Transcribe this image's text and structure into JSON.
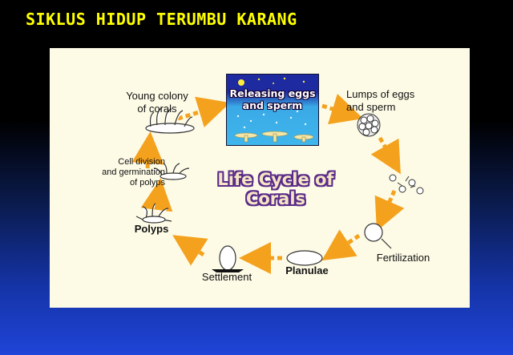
{
  "slide": {
    "title": "SIKLUS HIDUP TERUMBU KARANG"
  },
  "diagram": {
    "center_title": "Life Cycle of Corals",
    "stage_release_line1": "Releasing eggs",
    "stage_release_line2": "and sperm",
    "stage_lumps_line1": "Lumps of eggs",
    "stage_lumps_line2": "and sperm",
    "stage_fertilization": "Fertilization",
    "stage_planulae": "Planulae",
    "stage_settlement": "Settlement",
    "stage_polyps": "Polyps",
    "stage_division_line1": "Cell division",
    "stage_division_line2": "and germination",
    "stage_division_line3": "of polyps",
    "stage_colony_line1": "Young colony",
    "stage_colony_line2": "of corals",
    "colors": {
      "arrow": "#f4a21e",
      "title_outline": "#5a2b8a",
      "title_fill": "#f4e6c4",
      "panel": "#fdfbe6",
      "slide_title": "#ffff00"
    }
  }
}
